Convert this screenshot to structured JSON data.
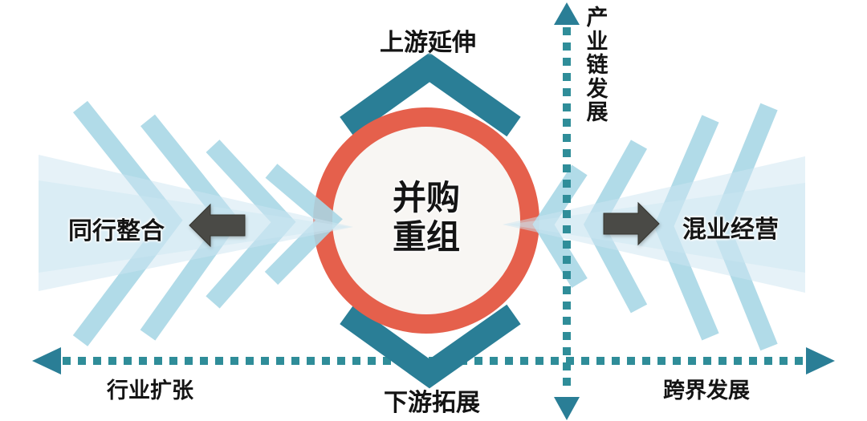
{
  "center_circle": {
    "line1": "并购",
    "line2": "重组"
  },
  "labels": {
    "top": "上游延伸",
    "bottom": "下游拓展",
    "left": "同行整合",
    "right": "混业经营"
  },
  "axes": {
    "vertical_label": "产业链发展",
    "horizontal_left_label": "行业扩张",
    "horizontal_right_label": "跨界发展"
  },
  "colors": {
    "background": "#ffffff",
    "teal": "#2a7e96",
    "dot_teal": "#2f8d99",
    "red": "#e5604c",
    "circle_fill": "#f8f6f3",
    "band_blue": "#a9d7e6",
    "funnel_blue": "#cde6f2",
    "arrow_dark": "#4a4a46",
    "text_dark": "#141414"
  }
}
